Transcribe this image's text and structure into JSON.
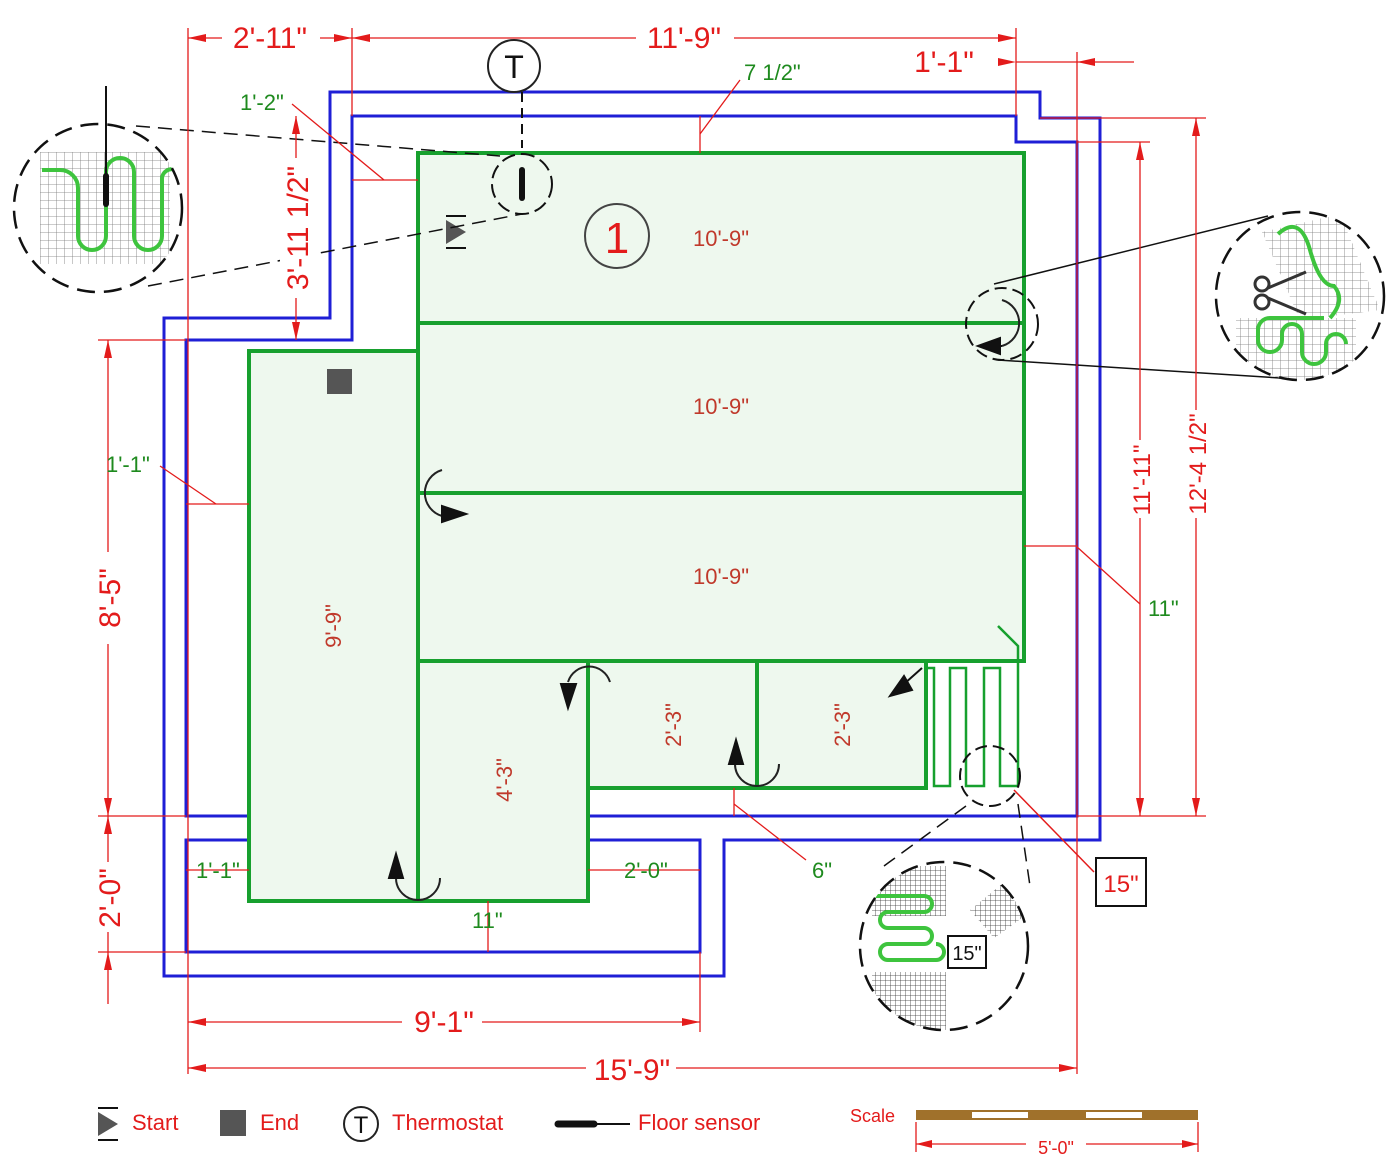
{
  "colors": {
    "wall": "#1f1fd6",
    "mat": "#17a02e",
    "mat_fill": "#eef8ee",
    "dimension": "#e31b1b",
    "offset_text": "#1e8a1e",
    "run_text": "#c0392b"
  },
  "dimensions": {
    "top_left_width": "2'-11\"",
    "top_main_width": "11'-9\"",
    "top_right_step": "1'-1\"",
    "upper_notch_height": "3'-11 1/2\"",
    "left_height": "8'-5\"",
    "bottom_left_height": "2'-0\"",
    "right_inner_height": "11'-11\"",
    "right_total_height": "12'-4 1/2\"",
    "bottom_inner_width": "9'-1\"",
    "bottom_total_width": "15'-9\""
  },
  "offsets": {
    "top_offset": "7 1/2\"",
    "top_left_offset": "1'-2\"",
    "left_offset": "1'-1\"",
    "right_offset": "11\"",
    "bottom_gap": "6\"",
    "bottom_left_offset": "1'-1\"",
    "bottom_right_offset": "2'-0\"",
    "bottom_offset": "11\""
  },
  "runs": {
    "run_1": "10'-9\"",
    "run_2": "10'-9\"",
    "run_3": "10'-9\"",
    "left_run": "9'-9\"",
    "bottom_run": "4'-3\"",
    "short_run_1": "2'-3\"",
    "short_run_2": "2'-3\""
  },
  "markers": {
    "room_number": "1",
    "thermostat_symbol": "T",
    "spacing_callout": "15\"",
    "spacing_detail": "15\""
  },
  "legend": {
    "start": "Start",
    "end": "End",
    "thermostat_symbol": "T",
    "thermostat": "Thermostat",
    "floor_sensor": "Floor sensor",
    "scale": "Scale",
    "scale_length": "5'-0\""
  }
}
